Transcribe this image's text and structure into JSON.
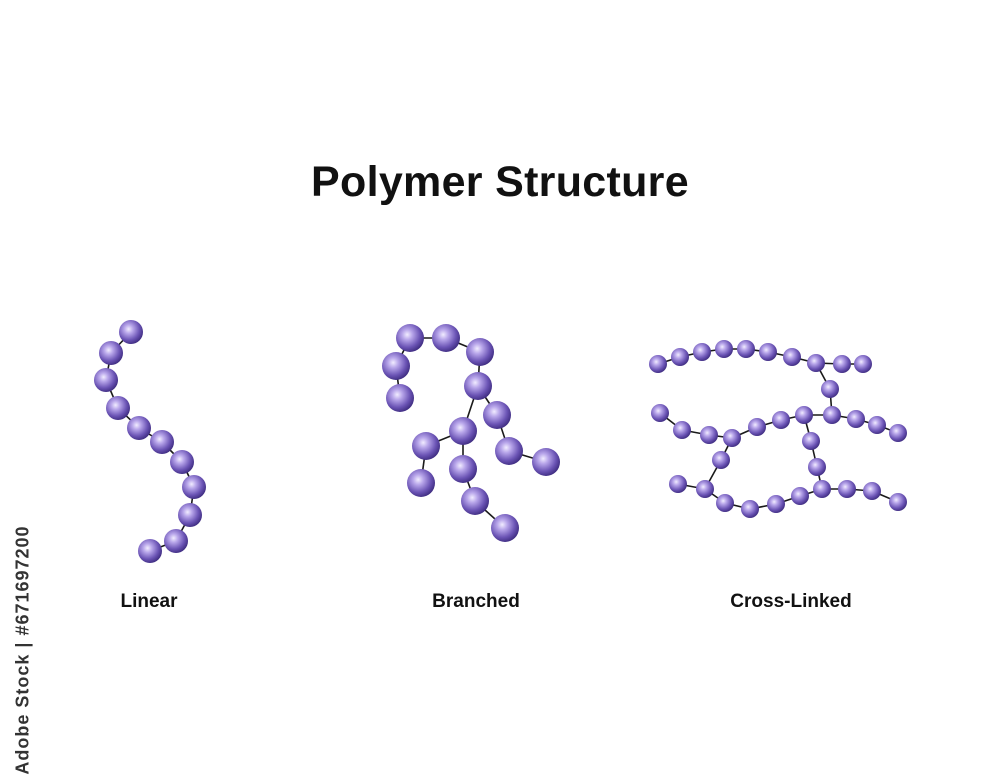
{
  "title": "Polymer Structure",
  "structures": [
    {
      "id": "linear",
      "label": "Linear"
    },
    {
      "id": "branched",
      "label": "Branched"
    },
    {
      "id": "cross-linked",
      "label": "Cross-Linked"
    }
  ],
  "stock_id": "Adobe Stock | #671697200",
  "colors": {
    "monomer_highlight": "#d8cdf8",
    "monomer_mid": "#8a73cc",
    "monomer_dark": "#4a3595",
    "bond": "#1a1a1a",
    "text": "#111111"
  }
}
